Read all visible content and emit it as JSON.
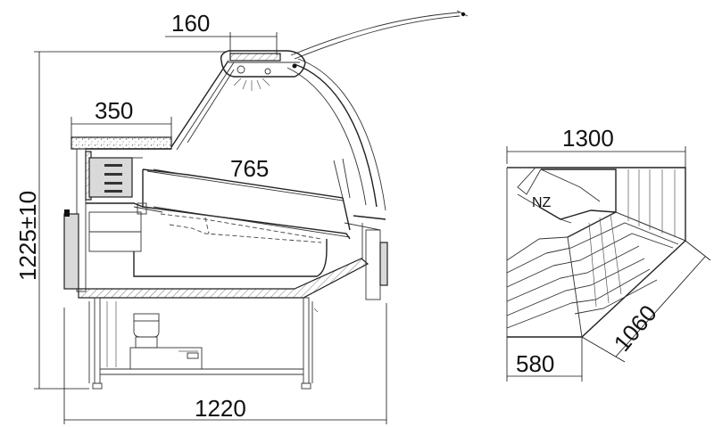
{
  "side_view": {
    "dimensions": {
      "top_unit": "160",
      "worktop": "350",
      "tray": "765",
      "height": "1225±10",
      "width": "1220"
    }
  },
  "plan_view": {
    "dimensions": {
      "width": "1300",
      "depth": "580",
      "diagonal": "1060"
    },
    "corner_label": "NZ"
  }
}
